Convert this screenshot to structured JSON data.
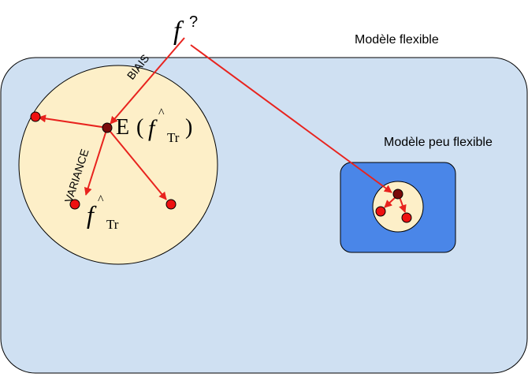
{
  "labels": {
    "flexible_model": "Modèle flexible",
    "rigid_model": "Modèle peu flexible",
    "bias": "BIAIS",
    "variance": "VARIANCE"
  },
  "math": {
    "true_f": "f",
    "true_f_mark": "?",
    "expectation_E": "E",
    "open_paren": "(",
    "close_paren": ")",
    "estimator_f": "f",
    "hat": "^",
    "subscript": "Tr"
  },
  "colors": {
    "flexible_box_fill": "#cfe0f2",
    "rigid_box_fill": "#4a86e8",
    "circle_fill": "#fdefc8",
    "arrow": "#e8231e",
    "point_fill": "#ee1111",
    "center_point_fill": "#7a0a0a"
  }
}
